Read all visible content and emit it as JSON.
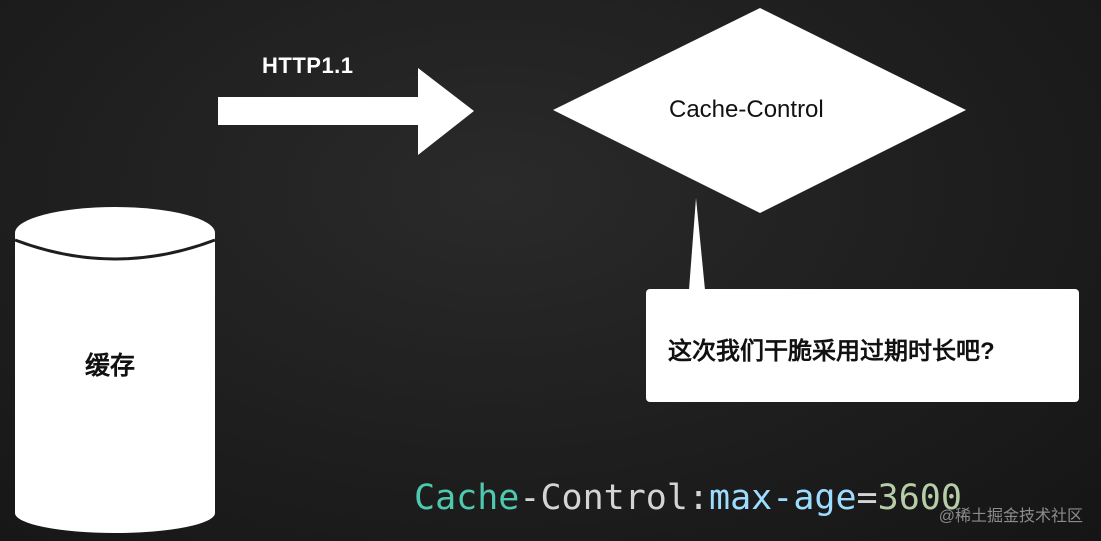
{
  "protocol_label": "HTTP1.1",
  "decision_label": "Cache-Control",
  "cache_label": "缓存",
  "callout_text": "这次我们干脆采用过期时长吧?",
  "code": {
    "header": "Cache",
    "dash": "-",
    "control": "Control",
    "colon": ":",
    "directive": "max",
    "dash2": "-",
    "age": "age",
    "equals": "=",
    "value": "3600"
  },
  "watermark": "@稀土掘金技术社区",
  "colors": {
    "background": "#1e1e1e",
    "shape_fill": "#ffffff",
    "code_header": "#4ec9b0",
    "code_punct": "#d4d4d4",
    "code_directive": "#9cdcfe",
    "code_value": "#b5cea8"
  }
}
